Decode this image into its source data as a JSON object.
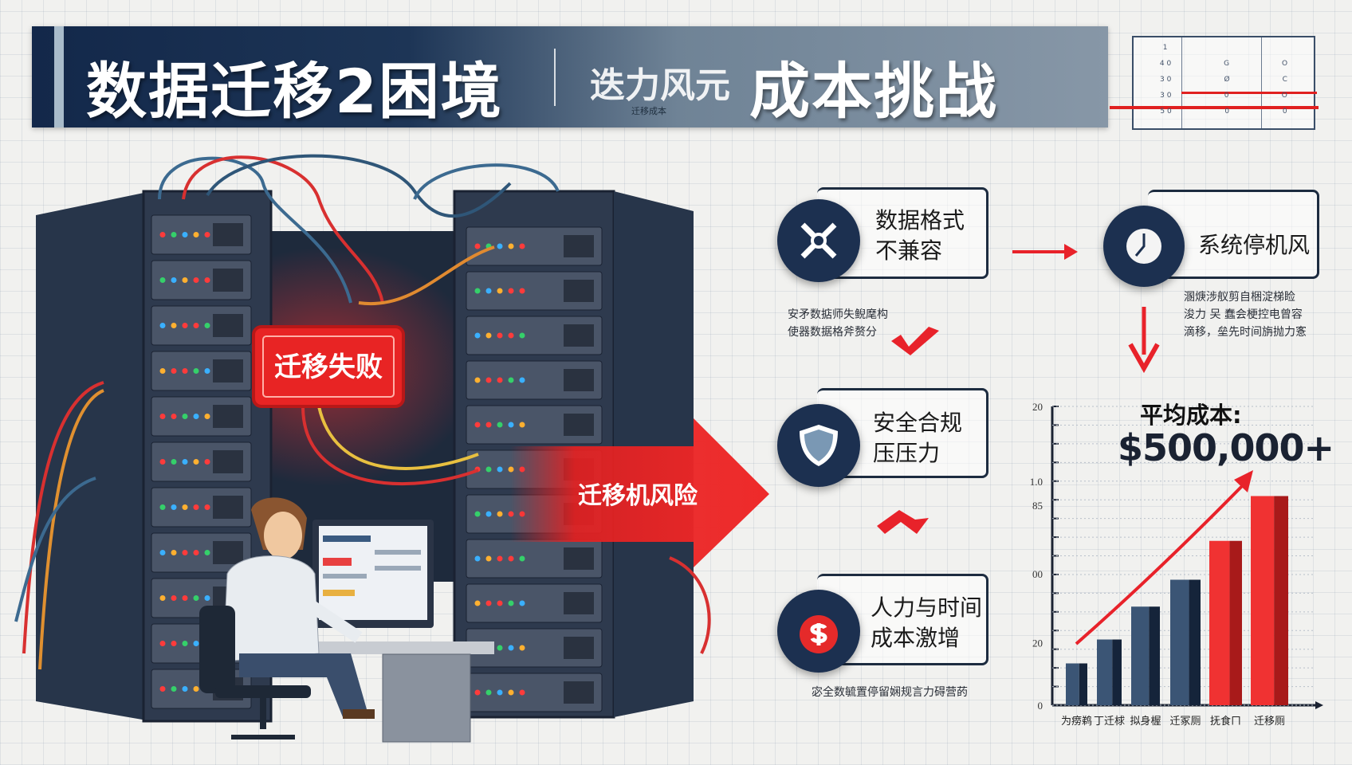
{
  "header": {
    "title_left": "数据迁移2困境",
    "title_garbled": "迭力风元",
    "title_garbled_sub": "迁移成本",
    "title_right": "成本挑战"
  },
  "mini_table": {
    "rows": [
      [
        "1",
        "",
        ""
      ],
      [
        "4 0",
        "G",
        "O"
      ],
      [
        "3 0",
        "Ø",
        "C"
      ],
      [
        "3 0",
        "0",
        "O"
      ],
      [
        "5 0",
        "0",
        "0"
      ]
    ]
  },
  "illustration": {
    "failure_sign": "迁移失败",
    "risk_arrow": "迁移机风险"
  },
  "cards": [
    {
      "icon": "broken-chain-icon",
      "line1": "数据格式",
      "line2": "不兼容"
    },
    {
      "icon": "clock-icon",
      "line1": "系统停机风",
      "line2": ""
    },
    {
      "icon": "shield-icon",
      "line1": "安全合规",
      "line2": "压压力"
    },
    {
      "icon": "money-bag-icon",
      "line1": "人力与时间",
      "line2": "成本激增"
    }
  ],
  "captions": {
    "card1": [
      "安矛数掂师失鲵麾构",
      "使器数据格斧赘分"
    ],
    "card2": [
      "溷焿涉舣剪自梱淀梯睑",
      "浚力 㕦 蠢会梗控电曾容",
      "滴移，垒先时间旃抛力愙"
    ],
    "card4": [
      "宓全数毓置停留娴规言力碍营菂"
    ]
  },
  "colors": {
    "navy": "#1c3050",
    "accent_red": "#e8222a",
    "bar_navy": "#3b5575",
    "bar_red": "#f03232"
  },
  "chart_data": {
    "type": "bar",
    "title": "平均成本:",
    "annotation": "$500,000+",
    "y_tick_labels": [
      "0",
      "20",
      "00",
      "85",
      "1.0",
      "20"
    ],
    "categories": [
      "为痨鹈",
      "丁迁梂",
      "拟身楃",
      "迁冢厕",
      "抚食ㄇ",
      "迁移厕"
    ],
    "values_percent_of_axis": [
      14,
      22,
      33,
      42,
      55,
      70
    ],
    "bar_colors": [
      "navy",
      "navy",
      "navy",
      "navy",
      "red",
      "red"
    ],
    "trend_arrow": "rising",
    "grid": true
  }
}
